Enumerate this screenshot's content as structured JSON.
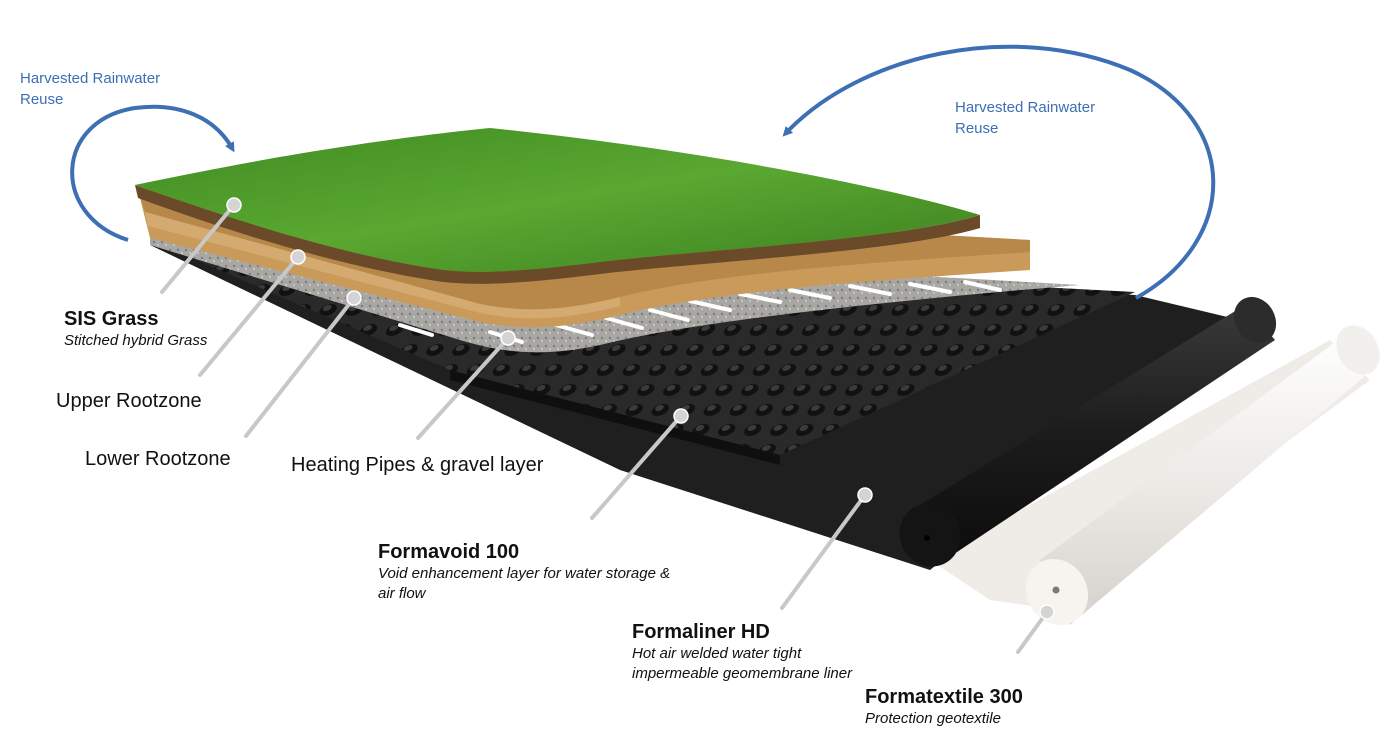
{
  "rainwater_left": {
    "line1": "Harvested Rainwater",
    "line2": "Reuse"
  },
  "rainwater_right": {
    "line1": "Harvested Rainwater",
    "line2": "Reuse"
  },
  "layers": {
    "sis_grass": {
      "title": "SIS Grass",
      "description": "Stitched hybrid Grass"
    },
    "upper_rootzone": {
      "title": "Upper Rootzone"
    },
    "lower_rootzone": {
      "title": "Lower Rootzone"
    },
    "heating_pipes": {
      "title": "Heating Pipes & gravel layer"
    },
    "formavoid": {
      "title": "Formavoid 100",
      "description_line1": "Void enhancement layer for water storage &",
      "description_line2": "air flow"
    },
    "formaliner": {
      "title": "Formaliner HD",
      "description_line1": "Hot air welded water tight",
      "description_line2": "impermeable geomembrane liner"
    },
    "formatextile": {
      "title": "Formatextile 300",
      "description": "Protection geotextile"
    }
  },
  "colors": {
    "arrow": "#3d6fb5",
    "grass": "#4f9a2a",
    "rootzone": "#c99a5a",
    "gravel": "#a9a7a3",
    "membrane": "#1f1f1f",
    "textile": "#f1eeea",
    "leader": "#c8c8c8"
  }
}
